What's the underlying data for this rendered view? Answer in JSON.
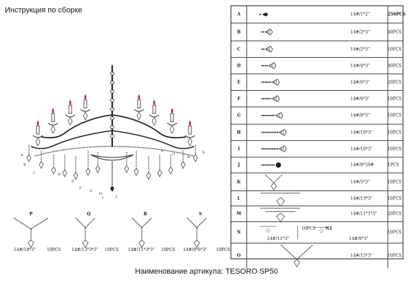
{
  "header": {
    "title": "Инструкция по сборке"
  },
  "footer": {
    "caption": "Наименование артикула: TESORO SP50"
  },
  "parts": [
    {
      "letter": "A",
      "spec": "14#/1*2\"",
      "qty": "256PCS",
      "beads": 1,
      "pendant": "drop"
    },
    {
      "letter": "B",
      "spec": "14#/2*3\"",
      "qty": "40PCS",
      "beads": 2,
      "pendant": "cone"
    },
    {
      "letter": "C",
      "spec": "14#/2*3\"",
      "qty": "10PCS",
      "beads": 2,
      "pendant": "cone"
    },
    {
      "letter": "D",
      "spec": "14#/4*3\"",
      "qty": "40PCS",
      "beads": 4,
      "pendant": "cone"
    },
    {
      "letter": "E",
      "spec": "14#/6*3\"",
      "qty": "20PCS",
      "beads": 6,
      "pendant": "cone"
    },
    {
      "letter": "F",
      "spec": "14#/6*3\"",
      "qty": "10PCS",
      "beads": 6,
      "pendant": "cone"
    },
    {
      "letter": "G",
      "spec": "14#/8*3\"",
      "qty": "10PCS",
      "beads": 8,
      "pendant": "cone"
    },
    {
      "letter": "H",
      "spec": "14#/10*3\"",
      "qty": "10PCS",
      "beads": 10,
      "pendant": "cone"
    },
    {
      "letter": "I",
      "spec": "14#/10*3\"",
      "qty": "10PCS",
      "beads": 10,
      "pendant": "cone"
    },
    {
      "letter": "J",
      "spec": "14#/8*50#",
      "qty": "1PCS",
      "beads": 8,
      "pendant": "ball"
    },
    {
      "letter": "K",
      "spec": "14#/5*3\"",
      "qty": "10PCS",
      "beads": 5,
      "pendant": "vee"
    },
    {
      "letter": "L",
      "spec": "14#/13*3\"",
      "qty": "10PCS",
      "beads": 13,
      "pendant": "swag"
    },
    {
      "letter": "M",
      "spec": "14#/11*1*3\"",
      "qty": "20PCS",
      "beads": 11,
      "pendant": "swag2"
    }
  ],
  "row_n": {
    "letter": "N",
    "spec": "14#/11*3\"",
    "qty_left": "10PCS",
    "sub_letter": "N1",
    "sub_spec": "14#/9*3\"",
    "qty": "10PCS"
  },
  "row_o": {
    "letter": "O",
    "spec": "14#/15*3\"",
    "qty": "10PCS"
  },
  "cards": [
    {
      "letter": "P",
      "spec": "14#/19*3\"",
      "qty": "10PCS"
    },
    {
      "letter": "Q",
      "spec": "14#/13*3*3\"",
      "qty": "10PCS"
    },
    {
      "letter": "R",
      "spec": "14#/11*3*3\"",
      "qty": "10PCS"
    },
    {
      "letter": "S",
      "spec": "14#/9*6*3\"",
      "qty": "10PCS"
    }
  ],
  "callouts": [
    "A",
    "B",
    "C",
    "D",
    "E",
    "F",
    "G",
    "H",
    "I",
    "J",
    "P",
    "Q",
    "R",
    "S"
  ],
  "colors": {
    "flame": "#e0103a",
    "ink": "#222222"
  }
}
